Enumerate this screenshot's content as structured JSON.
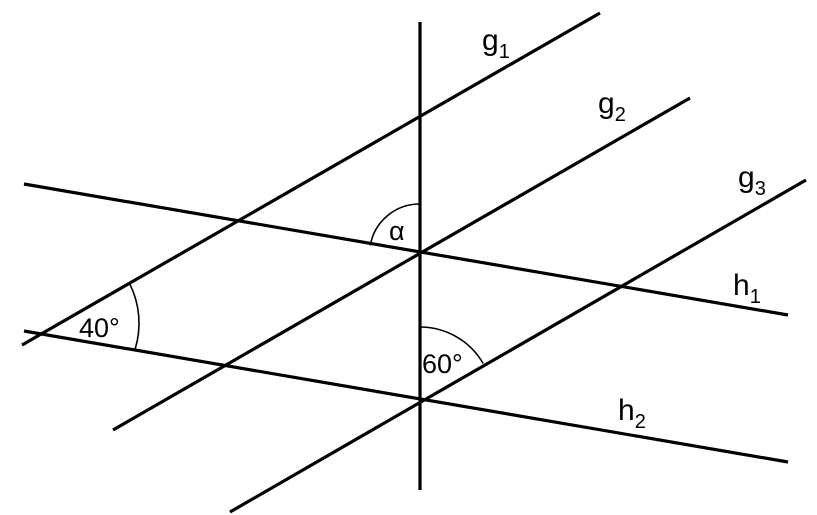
{
  "lines": {
    "g1": {
      "letter": "g",
      "index": "1"
    },
    "g2": {
      "letter": "g",
      "index": "2"
    },
    "g3": {
      "letter": "g",
      "index": "3"
    },
    "h1": {
      "letter": "h",
      "index": "1"
    },
    "h2": {
      "letter": "h",
      "index": "2"
    }
  },
  "angles": {
    "alpha": "α",
    "left": "40°",
    "lower": "60°"
  }
}
